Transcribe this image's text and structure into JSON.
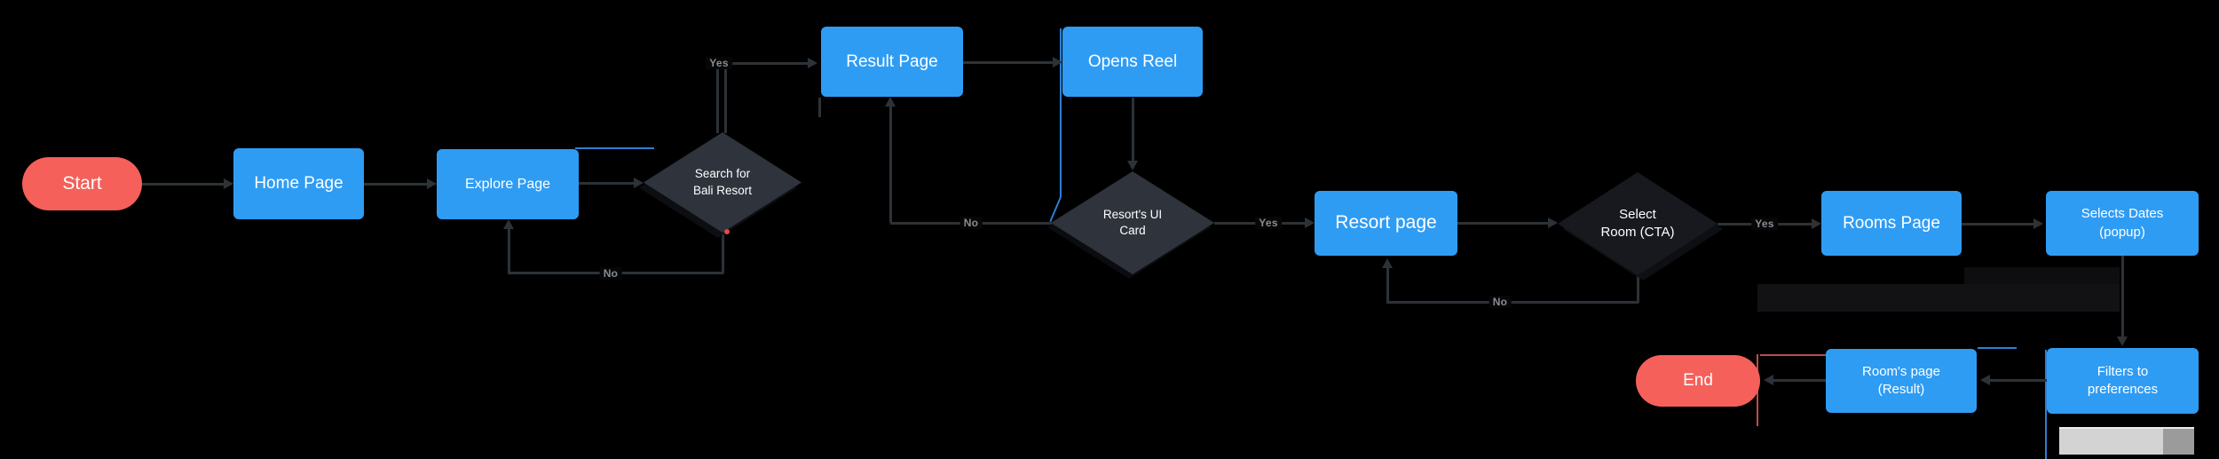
{
  "colors": {
    "node_blue": "#2f9cf4",
    "node_red": "#f5605a",
    "diamond_dark": "#2e333c",
    "diamond_darker": "#17191f",
    "edge": "#2d3237",
    "label_gray": "#878d94",
    "guide_blue": "#2e7fd2",
    "guide_red": "#e05a55",
    "bg": "#000000"
  },
  "nodes": {
    "start": {
      "label": "Start"
    },
    "home_page": {
      "label": "Home Page"
    },
    "explore_page": {
      "label": "Explore Page"
    },
    "search_bali": {
      "label": "Search for\nBali Resort"
    },
    "result_page": {
      "label": "Result Page"
    },
    "opens_reel": {
      "label": "Opens Reel"
    },
    "resort_ui_card": {
      "label": "Resort's UI\nCard"
    },
    "resort_page": {
      "label": "Resort page"
    },
    "select_room": {
      "label": "Select\nRoom (CTA)"
    },
    "rooms_page": {
      "label": "Rooms Page"
    },
    "selects_dates": {
      "label": "Selects Dates\n(popup)"
    },
    "filters_preferences": {
      "label": "Filters to\npreferences"
    },
    "rooms_result": {
      "label": "Room's page\n(Result)"
    },
    "end": {
      "label": "End"
    }
  },
  "edge_labels": {
    "search_yes": "Yes",
    "search_no": "No",
    "ui_card_yes": "Yes",
    "ui_card_no": "No",
    "select_room_yes": "Yes",
    "select_room_no": "No"
  }
}
